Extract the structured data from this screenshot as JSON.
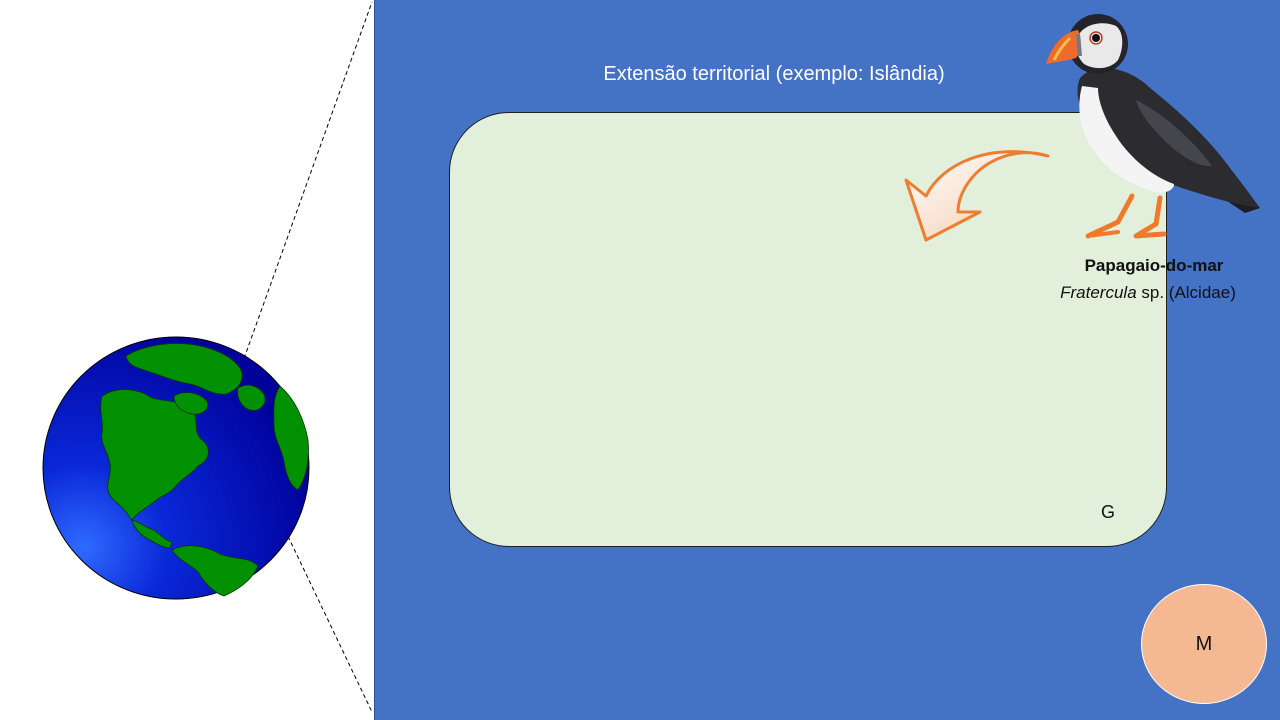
{
  "slide": {
    "title": "Extensão territorial (exemplo: Islândia)",
    "region_label": "G",
    "circle_label": "M",
    "species": {
      "common_name": "Papagaio-do-mar",
      "genus": "Fratercula",
      "rest": " sp. (Alcidae)"
    }
  },
  "colors": {
    "ocean_panel": "#4472c4",
    "territory_fill": "#e2efda",
    "circle_fill": "#f4b893",
    "arrow_orange": "#ed7d31",
    "globe_ocean": "#0000b4",
    "globe_land": "#008000"
  },
  "icons": {
    "globe": "earth-globe-icon",
    "arrow": "curved-arrow-icon",
    "bird": "puffin-image"
  }
}
